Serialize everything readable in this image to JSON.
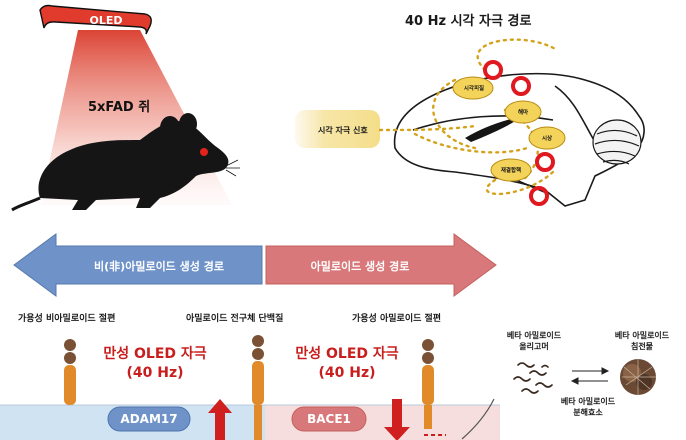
{
  "top_left": {
    "device_label": "OLED",
    "mouse_label": "5xFAD 쥐"
  },
  "top_right": {
    "title": "40 Hz 시각 자극 경로",
    "input_label": "시각 자극 신호",
    "regions": [
      "시각피질",
      "해마",
      "시상",
      "재결합핵"
    ]
  },
  "arrows": {
    "left_label": "비(非)아밀로이드 생성 경로",
    "right_label": "아밀로이드 생성 경로",
    "left_color": "#6f93c8",
    "right_color": "#d9787a"
  },
  "bottom": {
    "label_left": "가용성 비아밀로이드 절편",
    "label_center": "아밀로이드 전구체 단백질",
    "label_right": "가용성 아밀로이드 절편",
    "stim_left_line1": "만성 OLED 자극",
    "stim_left_line2": "(40 Hz)",
    "stim_right_line1": "만성 OLED 자극",
    "stim_right_line2": "(40 Hz)",
    "enzyme_left": "ADAM17",
    "enzyme_right": "BACE1",
    "stim_color": "#c81e1e"
  },
  "aggregation": {
    "oligomer_line1": "베타 아밀로이드",
    "oligomer_line2": "올리고머",
    "plaque_line1": "베타 아밀로이드",
    "plaque_line2": "침전물",
    "enzyme_line1": "베타 아밀로이드",
    "enzyme_line2": "분해효소"
  }
}
